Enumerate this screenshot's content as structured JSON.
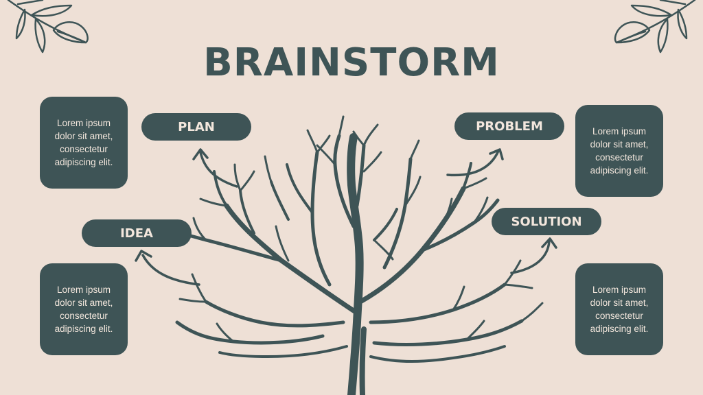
{
  "title": "BRAINSTORM",
  "labels": {
    "plan": "PLAN",
    "idea": "IDEA",
    "problem": "PROBLEM",
    "solution": "SOLUTION"
  },
  "boxes": {
    "top_left": "Lorem ipsum dolor sit amet, consectetur adipiscing elit.",
    "bottom_left": "Lorem ipsum dolor sit amet, consectetur adipiscing elit.",
    "top_right": "Lorem ipsum dolor sit amet, consectetur adipiscing elit.",
    "bottom_right": "Lorem ipsum dolor sit amet, consectetur adipiscing elit."
  },
  "colors": {
    "background": "#eee0d6",
    "primary": "#3e5456",
    "text_light": "#f3e7dd"
  },
  "icons": [
    "leaf-branch-icon",
    "tree-icon",
    "arrow-icon"
  ]
}
